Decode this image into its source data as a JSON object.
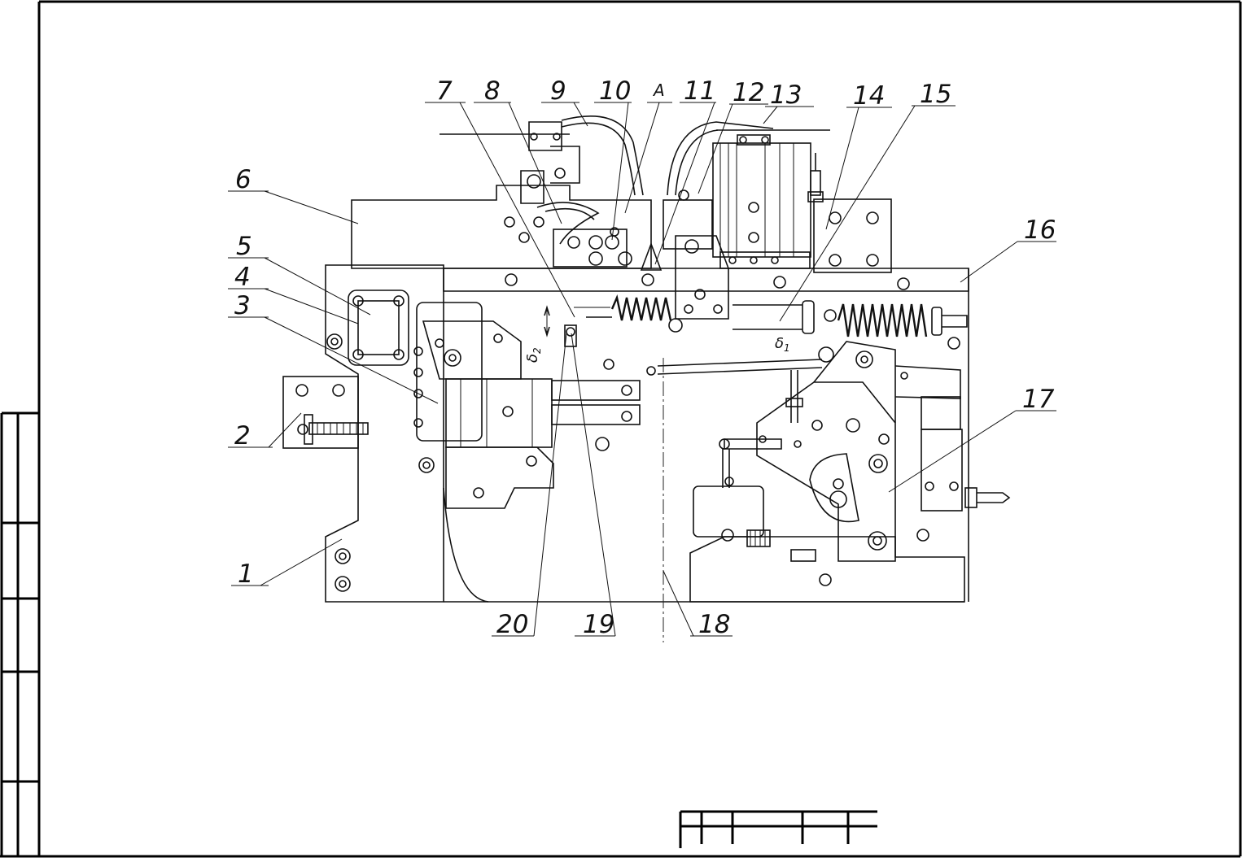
{
  "callouts": [
    {
      "id": "c1",
      "label": "1"
    },
    {
      "id": "c2",
      "label": "2"
    },
    {
      "id": "c3",
      "label": "3"
    },
    {
      "id": "c4",
      "label": "4"
    },
    {
      "id": "c5",
      "label": "5"
    },
    {
      "id": "c6",
      "label": "6"
    },
    {
      "id": "c7",
      "label": "7"
    },
    {
      "id": "c8",
      "label": "8"
    },
    {
      "id": "c9",
      "label": "9"
    },
    {
      "id": "c10",
      "label": "10"
    },
    {
      "id": "cA",
      "label": "A"
    },
    {
      "id": "c11",
      "label": "11"
    },
    {
      "id": "c12",
      "label": "12"
    },
    {
      "id": "c13",
      "label": "13"
    },
    {
      "id": "c14",
      "label": "14"
    },
    {
      "id": "c15",
      "label": "15"
    },
    {
      "id": "c16",
      "label": "16"
    },
    {
      "id": "c17",
      "label": "17"
    },
    {
      "id": "c18",
      "label": "18"
    },
    {
      "id": "c19",
      "label": "19"
    },
    {
      "id": "c20",
      "label": "20"
    }
  ],
  "gaps": {
    "delta1": {
      "symbol": "δ",
      "sub": "1"
    },
    "delta2": {
      "symbol": "δ",
      "sub": "2"
    }
  },
  "colors": {
    "ink": "#111111",
    "paper": "#ffffff"
  }
}
